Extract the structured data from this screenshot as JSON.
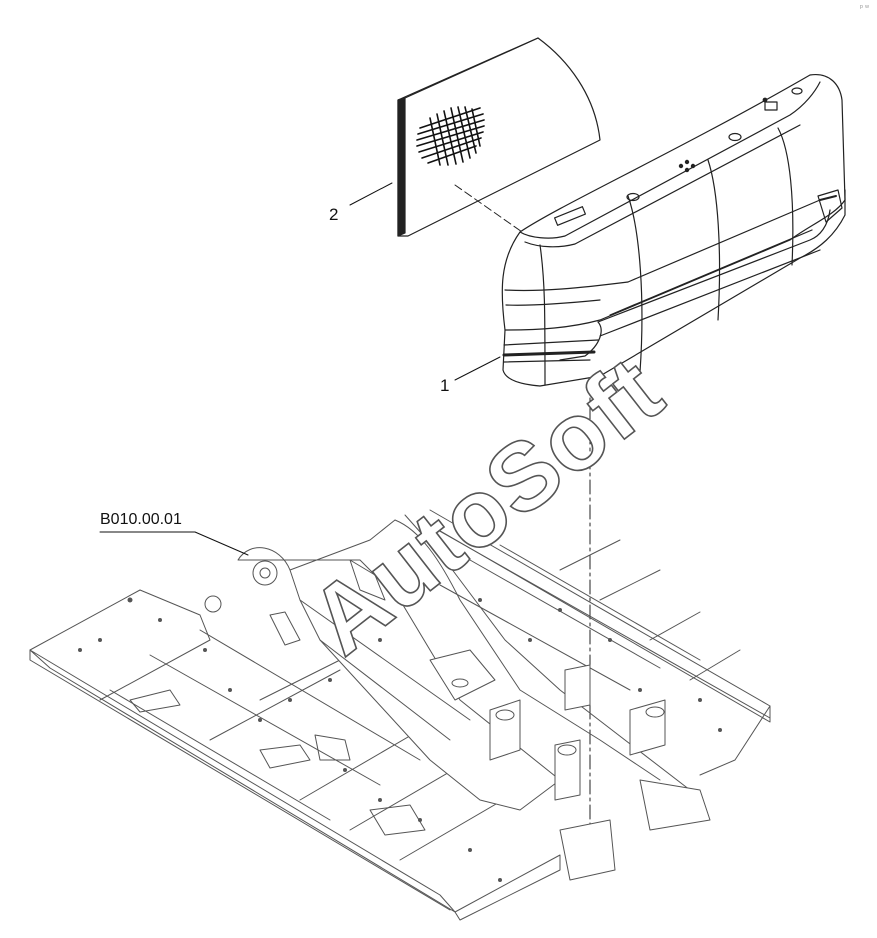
{
  "callouts": {
    "item_1": "1",
    "item_2": "2",
    "reference": "B010.00.01"
  },
  "watermark": "AutoSoft",
  "corner_mark": "ᵖ ʷ"
}
